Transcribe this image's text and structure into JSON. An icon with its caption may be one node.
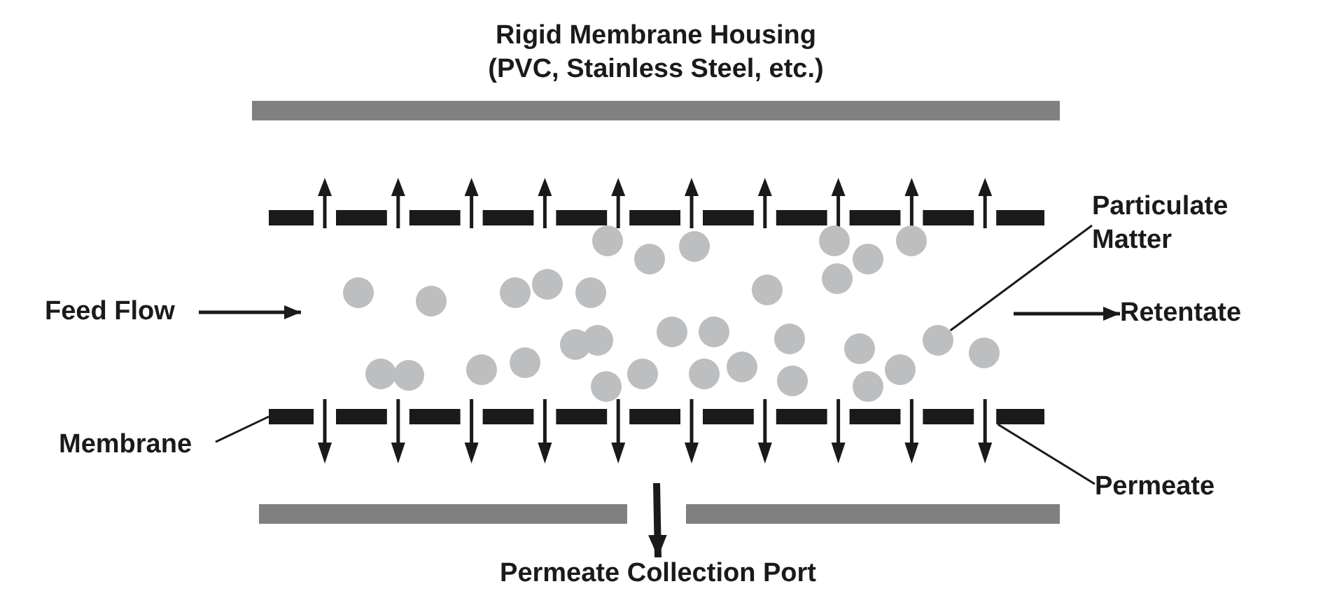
{
  "diagram": {
    "nodes": [
      {
        "text": [],
        "shape": "box",
        "beside": [
          "Rigid Membrane Housing (PVC, Stainless Steel, etc.)"
        ]
      },
      {
        "text": [],
        "shape": "bar"
      },
      {
        "text": [
          "Particulate Matter"
        ]
      },
      {
        "text": [
          "Feed Flow"
        ]
      },
      {
        "text": [
          "Retentate"
        ]
      },
      {
        "text": [],
        "shape": "circle"
      },
      {
        "text": [],
        "shape": "bar"
      },
      {
        "text": [
          "Membrane"
        ]
      },
      {
        "text": [
          "Permeate"
        ]
      },
      {
        "text": [],
        "shape": "box"
      },
      {
        "text": [],
        "shape": "box"
      },
      {
        "text": [
          "Permeate Collection Port"
        ]
      }
    ],
    "edges": [
      {
        "from": 3,
        "to": null,
        "arrow": "to"
      },
      {
        "from": null,
        "to": 4,
        "arrow": "to"
      },
      {
        "from": 2,
        "to": 5,
        "arrow": "none"
      },
      {
        "from": 7,
        "to": 6,
        "arrow": "none"
      },
      {
        "from": 8,
        "to": 6,
        "arrow": "none"
      },
      {
        "from": null,
        "to": 11,
        "arrow": "to",
        "style": "thick"
      }
    ]
  }
}
